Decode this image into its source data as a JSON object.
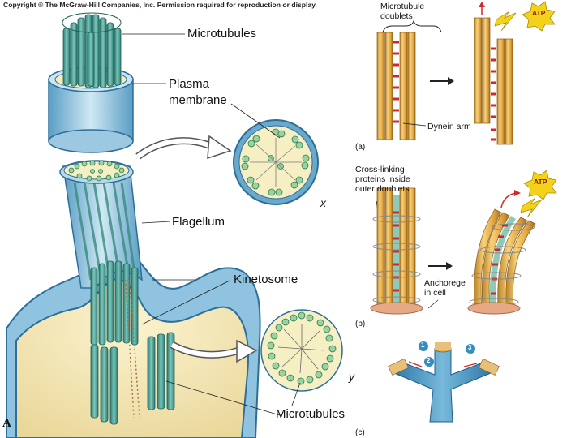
{
  "copyright": "Copyright © The McGraw-Hill Companies, Inc. Permission required for reproduction or display.",
  "left": {
    "labels": {
      "microtubules_top": "Microtubules",
      "plasma_line1": "Plasma",
      "plasma_line2": "membrane",
      "flagellum": "Flagellum",
      "kinetosome": "Kinetosome",
      "microtubules_bottom": "Microtubules",
      "x": "x",
      "y": "y",
      "panel": "A"
    }
  },
  "right": {
    "a": {
      "label_doublets_1": "Microtubule",
      "label_doublets_2": "doublets",
      "label_dynein": "Dynein arm",
      "atp": "ATP",
      "caption": "(a)"
    },
    "b": {
      "label_cross_1": "Cross-linking",
      "label_cross_2": "proteins inside",
      "label_cross_3": "outer doublets",
      "label_anchor_1": "Anchorege",
      "label_anchor_2": "in cell",
      "atp": "ATP",
      "caption": "(b)"
    },
    "c": {
      "step1": "1",
      "step2": "2",
      "step3": "3",
      "caption": "(c)"
    }
  },
  "colors": {
    "membrane_blue": "#7fb8d8",
    "microtubule_teal": "#3f8f86",
    "cytoplasm_yellow": "#f3e7b0",
    "rod_gold": "#e8b04a",
    "dynein_red": "#d0282a",
    "cross_teal": "#8fc9b8",
    "atp_yellow": "#f3d21a"
  }
}
